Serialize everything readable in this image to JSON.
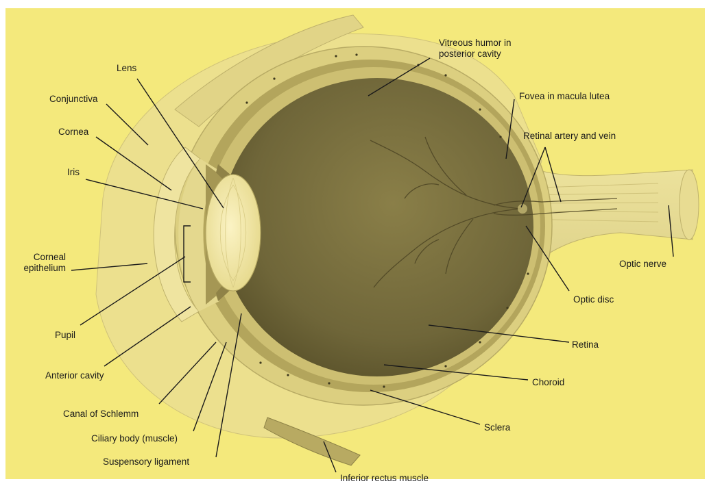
{
  "diagram": {
    "labels": {
      "lens": "Lens",
      "conjunctiva": "Conjunctiva",
      "cornea": "Cornea",
      "iris": "Iris",
      "corneal_epithelium_line1": "Corneal",
      "corneal_epithelium_line2": "epithelium",
      "pupil": "Pupil",
      "anterior_cavity": "Anterior cavity",
      "canal_of_schlemm": "Canal of Schlemm",
      "ciliary_body": "Ciliary body (muscle)",
      "suspensory_ligament": "Suspensory ligament",
      "vitreous_line1": "Vitreous humor in",
      "vitreous_line2": "posterior cavity",
      "fovea": "Fovea in macula lutea",
      "retinal_artery": "Retinal artery and vein",
      "optic_nerve": "Optic nerve",
      "optic_disc": "Optic disc",
      "retina": "Retina",
      "choroid": "Choroid",
      "sclera": "Sclera",
      "inferior_rectus": "Inferior rectus muscle"
    },
    "colors": {
      "background": "#f4e97c",
      "outer_tissue": "#e9dd8a",
      "sclera": "#d8cc7a",
      "choroid": "#a89a52",
      "vitreous": "#7d7340",
      "vitreous_dark": "#5f5730",
      "lens": "#f1e6a6",
      "vessels": "#4a4222",
      "leader_lines": "#1a1a1a"
    }
  }
}
